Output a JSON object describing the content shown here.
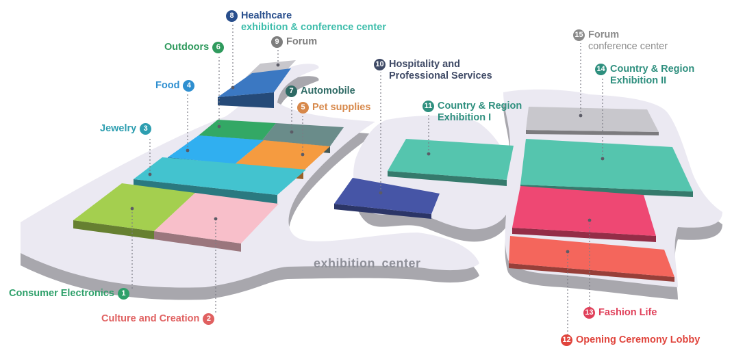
{
  "map": {
    "caption": "exhibition  center",
    "colors": {
      "floor": "#ebe9f2",
      "floor_edge": "#a8a7ad",
      "leader": "#7c7c86"
    }
  },
  "halls": [
    {
      "id": "1",
      "name": "Consumer Electronics",
      "color": "#a4cf4f",
      "label_color": "#2ea06a"
    },
    {
      "id": "2",
      "name": "Culture and Creation",
      "color": "#f8bfca",
      "label_color": "#e06060"
    },
    {
      "id": "3",
      "name": "Jewelry",
      "color": "#43c3cf",
      "label_color": "#2d9eb0"
    },
    {
      "id": "4",
      "name": "Food",
      "color": "#30aff0",
      "label_color": "#2f8fd0"
    },
    {
      "id": "5",
      "name": "Pet supplies",
      "color": "#f59b40",
      "label_color": "#d7884a"
    },
    {
      "id": "6",
      "name": "Outdoors",
      "color": "#33a865",
      "label_color": "#2f9a5d"
    },
    {
      "id": "7",
      "name": "Automobile",
      "color": "#6a8c8a",
      "label_color": "#2e6a64"
    },
    {
      "id": "8",
      "name": "Healthcare",
      "subtitle": "exhibition & conference center",
      "color": "#3b78c2",
      "label_color": "#284e8c",
      "subtitle_color": "#3dbdab"
    },
    {
      "id": "9",
      "name": "Forum",
      "color": "#c8c7cc",
      "label_color": "#7d7d7d"
    },
    {
      "id": "10",
      "name": "Hospitality and",
      "subtitle": "Professional Services",
      "color": "#4655a6",
      "label_color": "#3f4a66",
      "subtitle_color": "#3f4a66"
    },
    {
      "id": "11",
      "name": "Country & Region",
      "subtitle": "Exhibition I",
      "color": "#55c5ae",
      "label_color": "#2e8f7e",
      "subtitle_color": "#2e8f7e"
    },
    {
      "id": "12",
      "name": "Opening Ceremony Lobby",
      "color": "#f4665c",
      "label_color": "#e0443c"
    },
    {
      "id": "13",
      "name": "Fashion Life",
      "color": "#ee4873",
      "label_color": "#e0405a"
    },
    {
      "id": "14",
      "name": "Country & Region",
      "subtitle": "Exhibition II",
      "color": "#55c5ae",
      "label_color": "#2e8f7e",
      "subtitle_color": "#2e8f7e"
    },
    {
      "id": "15",
      "name": "Forum",
      "subtitle": "conference center",
      "color": "#c8c7cc",
      "label_color": "#8a8a8a",
      "subtitle_color": "#8a8a8a"
    }
  ]
}
